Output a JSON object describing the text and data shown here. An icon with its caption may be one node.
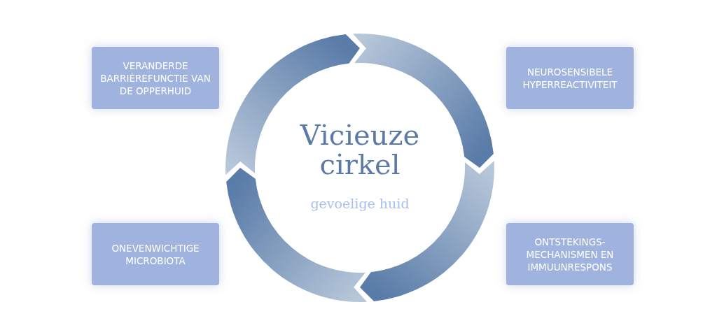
{
  "diagram": {
    "nodes": [
      {
        "text": [
          "VERANDERDE BARRIÈREFUNCTIE VAN DE OPPERHUID"
        ]
      },
      {
        "text": [
          "NEUROSENSIBELE HYPERREACTIVITEIT"
        ]
      },
      {
        "text": [
          "Vicieuze cirkel",
          "gevoelige huid"
        ]
      },
      {
        "text": [
          "ONEVENWICHTIGE MICROBIOTA"
        ]
      },
      {
        "text": [
          "ONTSTEKINGS- MECHANISMEN EN IMMUUNRESPONS"
        ]
      }
    ]
  }
}
